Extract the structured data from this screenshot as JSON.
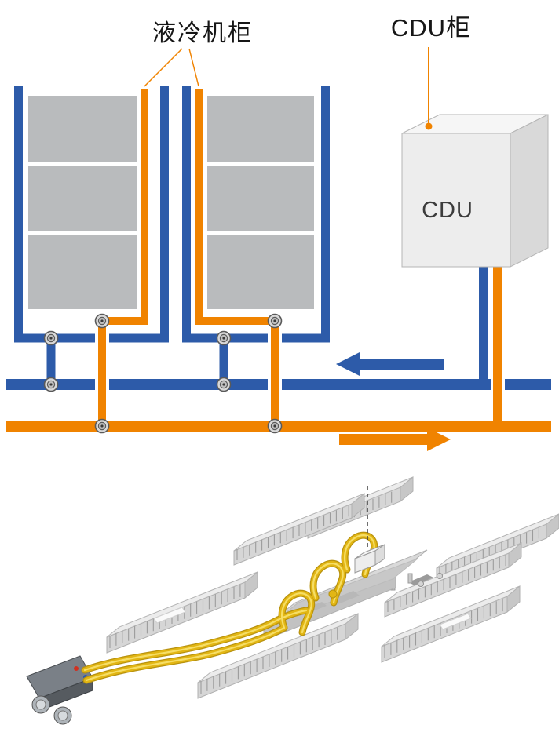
{
  "figure": {
    "labels": {
      "liquid_cooling_cabinet": "液冷机柜",
      "cdu_cabinet": "CDU柜",
      "cdu_box": "CDU"
    },
    "colors": {
      "return_pipe_blue": "#2D5BA9",
      "supply_pipe_orange": "#F08300",
      "server_panel_gray": "#B9BBBD",
      "hose_yellow": "#E2B614",
      "cdu_box_gray": "#EDEDED"
    },
    "flow_arrows": {
      "blue_direction": "left",
      "orange_direction": "right"
    }
  }
}
